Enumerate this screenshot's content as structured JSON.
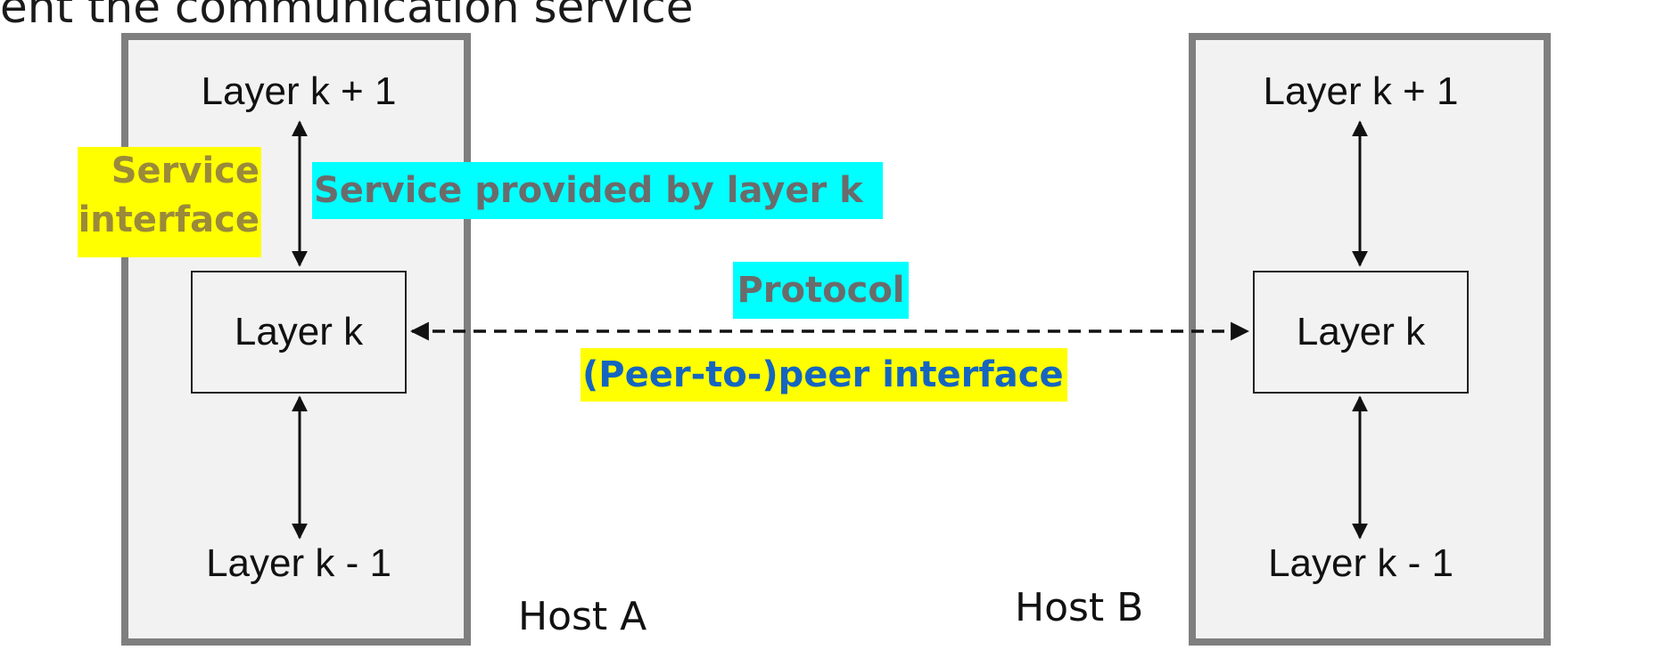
{
  "slide": {
    "partial_text": "ent the communication service"
  },
  "host_a": {
    "label": "Host A",
    "layer_above": "Layer k + 1",
    "layer": "Layer k",
    "layer_below": "Layer k - 1"
  },
  "host_b": {
    "label": "Host B",
    "layer_above": "Layer k + 1",
    "layer": "Layer k",
    "layer_below": "Layer k - 1"
  },
  "annotations": {
    "service_interface_line1": "Service",
    "service_interface_line2": "interface",
    "service_provided": "Service provided by layer k",
    "protocol": "Protocol",
    "peer_interface": "(Peer-to-)peer interface"
  },
  "colors": {
    "highlight_cyan": "#00ffff",
    "highlight_yellow": "#ffff00",
    "host_border": "#7f7f7f",
    "host_fill": "#f2f2f2",
    "annotation_gray": "#6b6b6b",
    "annotation_blue": "#1565c0"
  },
  "icons": {
    "vertical_arrow": "double-headed-arrow-icon",
    "protocol_arrow": "dashed-double-headed-arrow-icon"
  }
}
